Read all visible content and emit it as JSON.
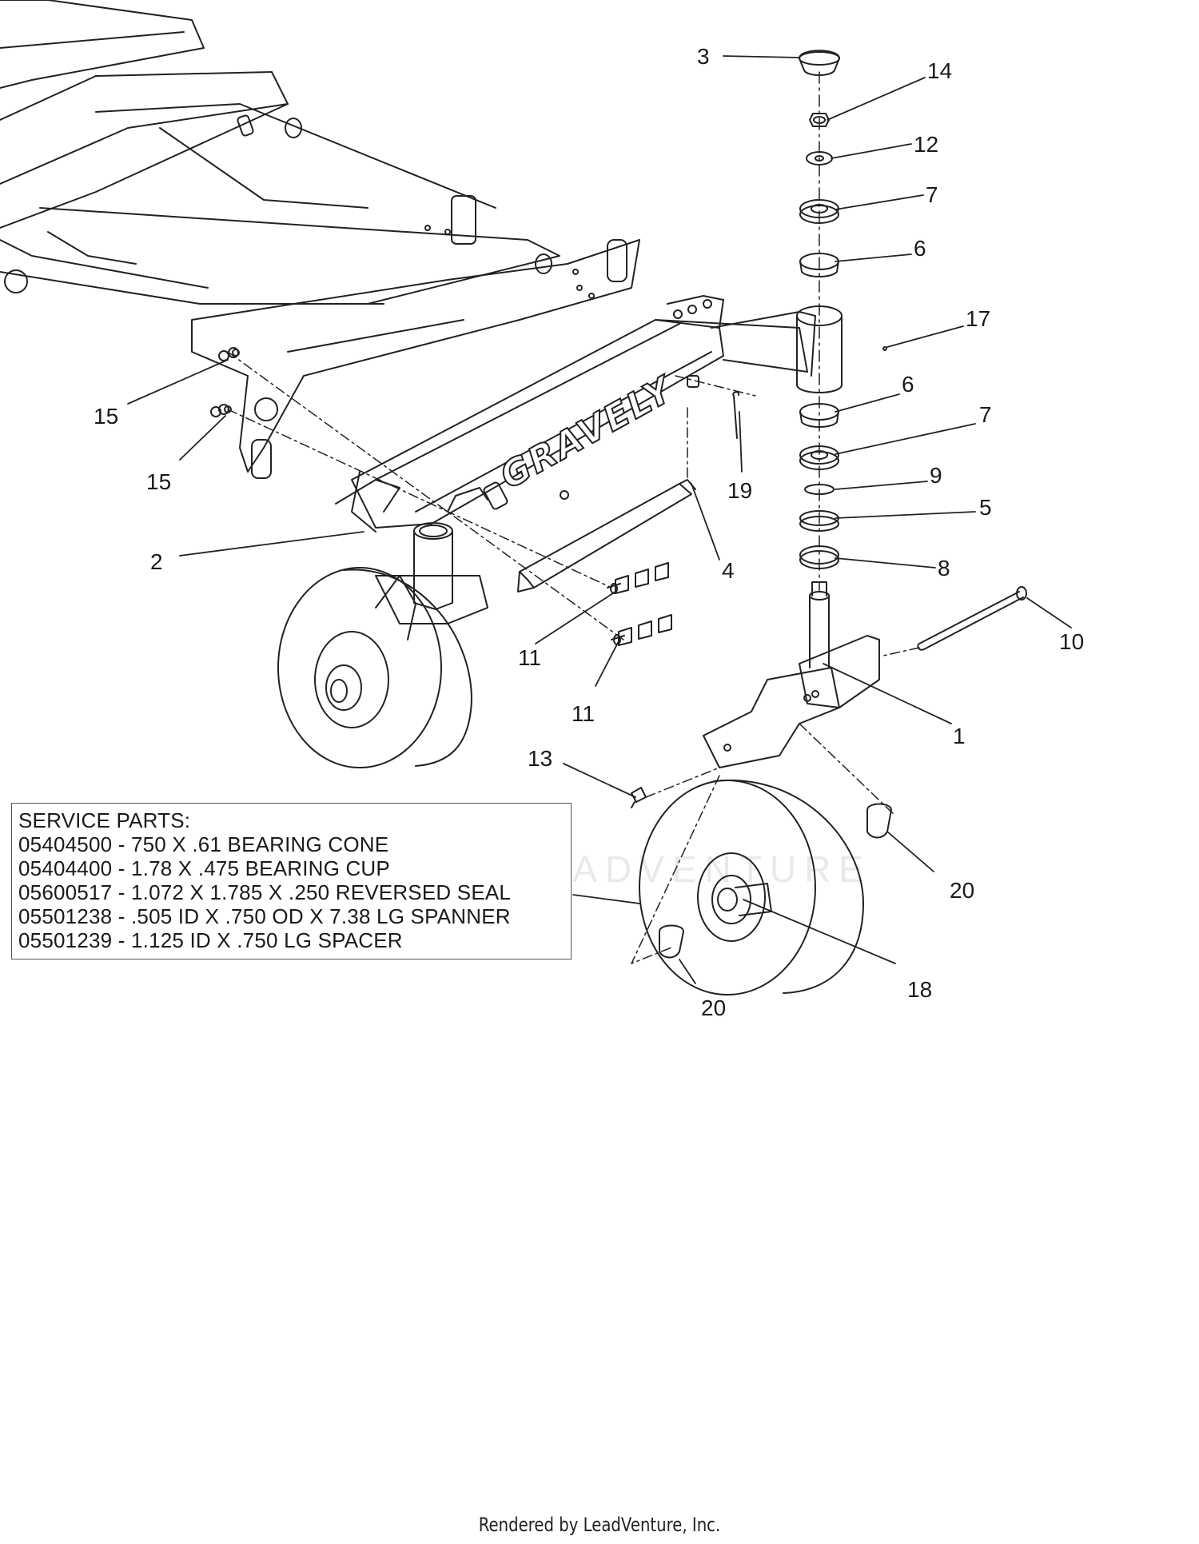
{
  "callouts": [
    {
      "id": "c3",
      "text": "3"
    },
    {
      "id": "c14",
      "text": "14"
    },
    {
      "id": "c12",
      "text": "12"
    },
    {
      "id": "c7a",
      "text": "7"
    },
    {
      "id": "c6a",
      "text": "6"
    },
    {
      "id": "c17",
      "text": "17"
    },
    {
      "id": "c6b",
      "text": "6"
    },
    {
      "id": "c7b",
      "text": "7"
    },
    {
      "id": "c9",
      "text": "9"
    },
    {
      "id": "c5",
      "text": "5"
    },
    {
      "id": "c8",
      "text": "8"
    },
    {
      "id": "c10",
      "text": "10"
    },
    {
      "id": "c1",
      "text": "1"
    },
    {
      "id": "c19",
      "text": "19"
    },
    {
      "id": "c4",
      "text": "4"
    },
    {
      "id": "c2",
      "text": "2"
    },
    {
      "id": "c15a",
      "text": "15"
    },
    {
      "id": "c15b",
      "text": "15"
    },
    {
      "id": "c11a",
      "text": "11"
    },
    {
      "id": "c11b",
      "text": "11"
    },
    {
      "id": "c13",
      "text": "13"
    },
    {
      "id": "c20a",
      "text": "20"
    },
    {
      "id": "c20b",
      "text": "20"
    },
    {
      "id": "c18",
      "text": "18"
    }
  ],
  "logo_text": "GRAVELY",
  "watermark_text": "LEADVENTURE",
  "service_parts": {
    "title": "SERVICE PARTS:",
    "lines": [
      "05404500 - 750 X .61 BEARING CONE",
      "05404400 - 1.78 X .475 BEARING CUP",
      "05600517 - 1.072 X 1.785 X .250 REVERSED SEAL",
      "05501238 - .505 ID X .750 OD X 7.38 LG SPANNER",
      "05501239 - 1.125 ID X .750 LG SPACER"
    ]
  },
  "footer": "Rendered by LeadVenture, Inc."
}
